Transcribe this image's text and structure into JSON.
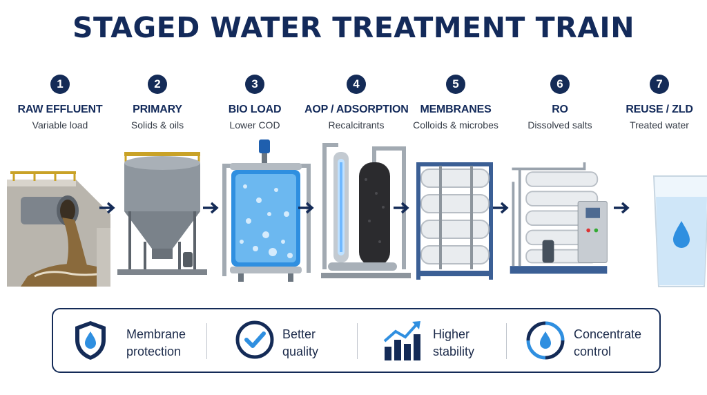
{
  "title": "STAGED WATER TREATMENT TRAIN",
  "steps": [
    {
      "number": "1",
      "label": "RAW EFFLUENT",
      "sub": "Variable load",
      "icon": "raw-effluent-pipe-icon"
    },
    {
      "number": "2",
      "label": "PRIMARY",
      "sub": "Solids & oils",
      "icon": "clarifier-tank-icon"
    },
    {
      "number": "3",
      "label": "BIO LOAD",
      "sub": "Lower COD",
      "icon": "bioreactor-icon"
    },
    {
      "number": "4",
      "label": "AOP / ADSORPTION",
      "sub": "Recalcitrants",
      "icon": "uv-carbon-filter-icon"
    },
    {
      "number": "5",
      "label": "MEMBRANES",
      "sub": "Colloids & microbes",
      "icon": "membrane-rack-icon"
    },
    {
      "number": "6",
      "label": "RO",
      "sub": "Dissolved salts",
      "icon": "reverse-osmosis-skid-icon"
    },
    {
      "number": "7",
      "label": "REUSE / ZLD",
      "sub": "Treated water",
      "icon": "water-glass-icon"
    }
  ],
  "benefits": [
    {
      "line1": "Membrane",
      "line2": "protection",
      "icon": "shield-droplet-icon"
    },
    {
      "line1": "Better",
      "line2": "quality",
      "icon": "check-circle-icon"
    },
    {
      "line1": "Higher",
      "line2": "stability",
      "icon": "bar-chart-trend-icon"
    },
    {
      "line1": "Concentrate",
      "line2": "control",
      "icon": "recycle-droplet-icon"
    }
  ],
  "colors": {
    "navy": "#142b57",
    "steel": "#9aa3ad",
    "water_blue": "#2f8fe0",
    "effluent_brown": "#8a6a3c"
  }
}
